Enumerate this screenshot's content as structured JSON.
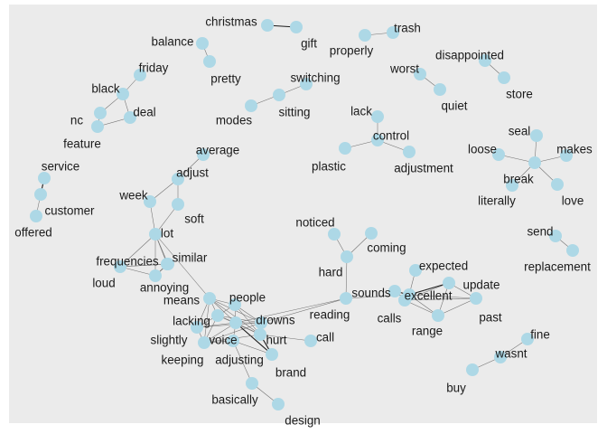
{
  "colors": {
    "panel": "#ebebeb",
    "node": "#add8e6",
    "edge": "#6f6f6f",
    "text": "#1a1a1a"
  },
  "nodes": [
    {
      "id": "christmas",
      "label": "christmas"
    },
    {
      "id": "gift",
      "label": "gift"
    },
    {
      "id": "trash",
      "label": "trash"
    },
    {
      "id": "properly",
      "label": "properly"
    },
    {
      "id": "balance",
      "label": "balance"
    },
    {
      "id": "pretty",
      "label": "pretty"
    },
    {
      "id": "friday",
      "label": "friday"
    },
    {
      "id": "black",
      "label": "black"
    },
    {
      "id": "deal",
      "label": "deal"
    },
    {
      "id": "nc",
      "label": "nc"
    },
    {
      "id": "feature",
      "label": "feature"
    },
    {
      "id": "switching",
      "label": "switching"
    },
    {
      "id": "sitting",
      "label": "sitting"
    },
    {
      "id": "modes",
      "label": "modes"
    },
    {
      "id": "worst",
      "label": "worst"
    },
    {
      "id": "quiet",
      "label": "quiet"
    },
    {
      "id": "disappointed",
      "label": "disappointed"
    },
    {
      "id": "store",
      "label": "store"
    },
    {
      "id": "lack",
      "label": "lack"
    },
    {
      "id": "control",
      "label": "control"
    },
    {
      "id": "plastic",
      "label": "plastic"
    },
    {
      "id": "adjustment",
      "label": "adjustment"
    },
    {
      "id": "seal",
      "label": "seal"
    },
    {
      "id": "loose",
      "label": "loose"
    },
    {
      "id": "makes",
      "label": "makes"
    },
    {
      "id": "break",
      "label": "break"
    },
    {
      "id": "literally",
      "label": "literally"
    },
    {
      "id": "love",
      "label": "love"
    },
    {
      "id": "service",
      "label": "service"
    },
    {
      "id": "customer",
      "label": "customer"
    },
    {
      "id": "offered",
      "label": "offered"
    },
    {
      "id": "average",
      "label": "average"
    },
    {
      "id": "adjust",
      "label": "adjust"
    },
    {
      "id": "week",
      "label": "week"
    },
    {
      "id": "soft",
      "label": "soft"
    },
    {
      "id": "lot",
      "label": "lot"
    },
    {
      "id": "frequencies",
      "label": "frequencies"
    },
    {
      "id": "similar",
      "label": "similar"
    },
    {
      "id": "loud",
      "label": "loud"
    },
    {
      "id": "annoying",
      "label": "annoying"
    },
    {
      "id": "noticed",
      "label": "noticed"
    },
    {
      "id": "coming",
      "label": "coming"
    },
    {
      "id": "hard",
      "label": "hard"
    },
    {
      "id": "send",
      "label": "send"
    },
    {
      "id": "replacement",
      "label": "replacement"
    },
    {
      "id": "expected",
      "label": "expected"
    },
    {
      "id": "update",
      "label": "update"
    },
    {
      "id": "sounds",
      "label": "sounds"
    },
    {
      "id": "excellent",
      "label": "excellent"
    },
    {
      "id": "reading",
      "label": "reading"
    },
    {
      "id": "calls",
      "label": "calls"
    },
    {
      "id": "past",
      "label": "past"
    },
    {
      "id": "range",
      "label": "range"
    },
    {
      "id": "means",
      "label": "means"
    },
    {
      "id": "people",
      "label": "people"
    },
    {
      "id": "lacking",
      "label": "lacking"
    },
    {
      "id": "drowns",
      "label": "drowns"
    },
    {
      "id": "slightly",
      "label": "slightly"
    },
    {
      "id": "voice",
      "label": "voice"
    },
    {
      "id": "hurt",
      "label": "hurt"
    },
    {
      "id": "call",
      "label": "call"
    },
    {
      "id": "keeping",
      "label": "keeping"
    },
    {
      "id": "adjusting",
      "label": "adjusting"
    },
    {
      "id": "brand",
      "label": "brand"
    },
    {
      "id": "basically",
      "label": "basically"
    },
    {
      "id": "design",
      "label": "design"
    },
    {
      "id": "fine",
      "label": "fine"
    },
    {
      "id": "wasnt",
      "label": "wasnt"
    },
    {
      "id": "buy",
      "label": "buy"
    }
  ],
  "edges": [
    {
      "source": "christmas",
      "target": "gift",
      "strength": "strong"
    },
    {
      "source": "properly",
      "target": "trash",
      "strength": "normal"
    },
    {
      "source": "balance",
      "target": "pretty",
      "strength": "normal"
    },
    {
      "source": "friday",
      "target": "black",
      "strength": "normal"
    },
    {
      "source": "black",
      "target": "deal",
      "strength": "normal"
    },
    {
      "source": "black",
      "target": "nc",
      "strength": "normal"
    },
    {
      "source": "nc",
      "target": "feature",
      "strength": "normal"
    },
    {
      "source": "feature",
      "target": "deal",
      "strength": "normal"
    },
    {
      "source": "switching",
      "target": "sitting",
      "strength": "normal"
    },
    {
      "source": "sitting",
      "target": "modes",
      "strength": "normal"
    },
    {
      "source": "worst",
      "target": "quiet",
      "strength": "normal"
    },
    {
      "source": "disappointed",
      "target": "store",
      "strength": "normal"
    },
    {
      "source": "lack",
      "target": "control",
      "strength": "normal"
    },
    {
      "source": "control",
      "target": "plastic",
      "strength": "normal"
    },
    {
      "source": "control",
      "target": "adjustment",
      "strength": "normal"
    },
    {
      "source": "break",
      "target": "seal",
      "strength": "normal"
    },
    {
      "source": "break",
      "target": "loose",
      "strength": "normal"
    },
    {
      "source": "break",
      "target": "makes",
      "strength": "normal"
    },
    {
      "source": "break",
      "target": "literally",
      "strength": "normal"
    },
    {
      "source": "break",
      "target": "love",
      "strength": "normal"
    },
    {
      "source": "service",
      "target": "customer",
      "strength": "strong"
    },
    {
      "source": "customer",
      "target": "offered",
      "strength": "normal"
    },
    {
      "source": "average",
      "target": "adjust",
      "strength": "normal"
    },
    {
      "source": "adjust",
      "target": "week",
      "strength": "normal"
    },
    {
      "source": "adjust",
      "target": "soft",
      "strength": "normal"
    },
    {
      "source": "week",
      "target": "lot",
      "strength": "normal"
    },
    {
      "source": "soft",
      "target": "lot",
      "strength": "normal"
    },
    {
      "source": "lot",
      "target": "frequencies",
      "strength": "normal"
    },
    {
      "source": "lot",
      "target": "similar",
      "strength": "normal"
    },
    {
      "source": "lot",
      "target": "loud",
      "strength": "normal"
    },
    {
      "source": "lot",
      "target": "annoying",
      "strength": "normal"
    },
    {
      "source": "lot",
      "target": "means",
      "strength": "normal"
    },
    {
      "source": "frequencies",
      "target": "similar",
      "strength": "normal"
    },
    {
      "source": "frequencies",
      "target": "loud",
      "strength": "normal"
    },
    {
      "source": "frequencies",
      "target": "annoying",
      "strength": "normal"
    },
    {
      "source": "similar",
      "target": "loud",
      "strength": "normal"
    },
    {
      "source": "similar",
      "target": "annoying",
      "strength": "normal"
    },
    {
      "source": "loud",
      "target": "annoying",
      "strength": "normal"
    },
    {
      "source": "noticed",
      "target": "hard",
      "strength": "normal"
    },
    {
      "source": "coming",
      "target": "hard",
      "strength": "normal"
    },
    {
      "source": "hard",
      "target": "reading",
      "strength": "normal"
    },
    {
      "source": "send",
      "target": "replacement",
      "strength": "normal"
    },
    {
      "source": "expected",
      "target": "excellent",
      "strength": "normal"
    },
    {
      "source": "update",
      "target": "excellent",
      "strength": "strong"
    },
    {
      "source": "update",
      "target": "past",
      "strength": "normal"
    },
    {
      "source": "update",
      "target": "range",
      "strength": "normal"
    },
    {
      "source": "update",
      "target": "calls",
      "strength": "normal"
    },
    {
      "source": "sounds",
      "target": "excellent",
      "strength": "strong"
    },
    {
      "source": "excellent",
      "target": "reading",
      "strength": "normal"
    },
    {
      "source": "excellent",
      "target": "calls",
      "strength": "normal"
    },
    {
      "source": "excellent",
      "target": "past",
      "strength": "normal"
    },
    {
      "source": "excellent",
      "target": "range",
      "strength": "normal"
    },
    {
      "source": "calls",
      "target": "range",
      "strength": "normal"
    },
    {
      "source": "calls",
      "target": "past",
      "strength": "normal"
    },
    {
      "source": "range",
      "target": "past",
      "strength": "normal"
    },
    {
      "source": "reading",
      "target": "drowns",
      "strength": "normal"
    },
    {
      "source": "reading",
      "target": "voice",
      "strength": "normal"
    },
    {
      "source": "means",
      "target": "voice",
      "strength": "normal"
    },
    {
      "source": "means",
      "target": "drowns",
      "strength": "normal"
    },
    {
      "source": "means",
      "target": "lacking",
      "strength": "normal"
    },
    {
      "source": "means",
      "target": "people",
      "strength": "normal"
    },
    {
      "source": "means",
      "target": "slightly",
      "strength": "normal"
    },
    {
      "source": "means",
      "target": "keeping",
      "strength": "normal"
    },
    {
      "source": "means",
      "target": "hurt",
      "strength": "normal"
    },
    {
      "source": "people",
      "target": "voice",
      "strength": "normal"
    },
    {
      "source": "people",
      "target": "drowns",
      "strength": "normal"
    },
    {
      "source": "people",
      "target": "lacking",
      "strength": "normal"
    },
    {
      "source": "people",
      "target": "hurt",
      "strength": "normal"
    },
    {
      "source": "lacking",
      "target": "voice",
      "strength": "normal"
    },
    {
      "source": "lacking",
      "target": "drowns",
      "strength": "normal"
    },
    {
      "source": "lacking",
      "target": "slightly",
      "strength": "normal"
    },
    {
      "source": "lacking",
      "target": "keeping",
      "strength": "normal"
    },
    {
      "source": "lacking",
      "target": "hurt",
      "strength": "normal"
    },
    {
      "source": "drowns",
      "target": "voice",
      "strength": "normal"
    },
    {
      "source": "drowns",
      "target": "hurt",
      "strength": "normal"
    },
    {
      "source": "drowns",
      "target": "keeping",
      "strength": "normal"
    },
    {
      "source": "drowns",
      "target": "slightly",
      "strength": "normal"
    },
    {
      "source": "slightly",
      "target": "voice",
      "strength": "normal"
    },
    {
      "source": "slightly",
      "target": "keeping",
      "strength": "normal"
    },
    {
      "source": "voice",
      "target": "keeping",
      "strength": "normal"
    },
    {
      "source": "voice",
      "target": "hurt",
      "strength": "normal"
    },
    {
      "source": "voice",
      "target": "adjusting",
      "strength": "normal"
    },
    {
      "source": "voice",
      "target": "brand",
      "strength": "strong"
    },
    {
      "source": "hurt",
      "target": "call",
      "strength": "normal"
    },
    {
      "source": "hurt",
      "target": "brand",
      "strength": "strong"
    },
    {
      "source": "hurt",
      "target": "keeping",
      "strength": "normal"
    },
    {
      "source": "keeping",
      "target": "adjusting",
      "strength": "normal"
    },
    {
      "source": "adjusting",
      "target": "brand",
      "strength": "normal"
    },
    {
      "source": "adjusting",
      "target": "basically",
      "strength": "normal"
    },
    {
      "source": "basically",
      "target": "design",
      "strength": "normal"
    },
    {
      "source": "fine",
      "target": "wasnt",
      "strength": "normal"
    },
    {
      "source": "wasnt",
      "target": "buy",
      "strength": "normal"
    }
  ]
}
